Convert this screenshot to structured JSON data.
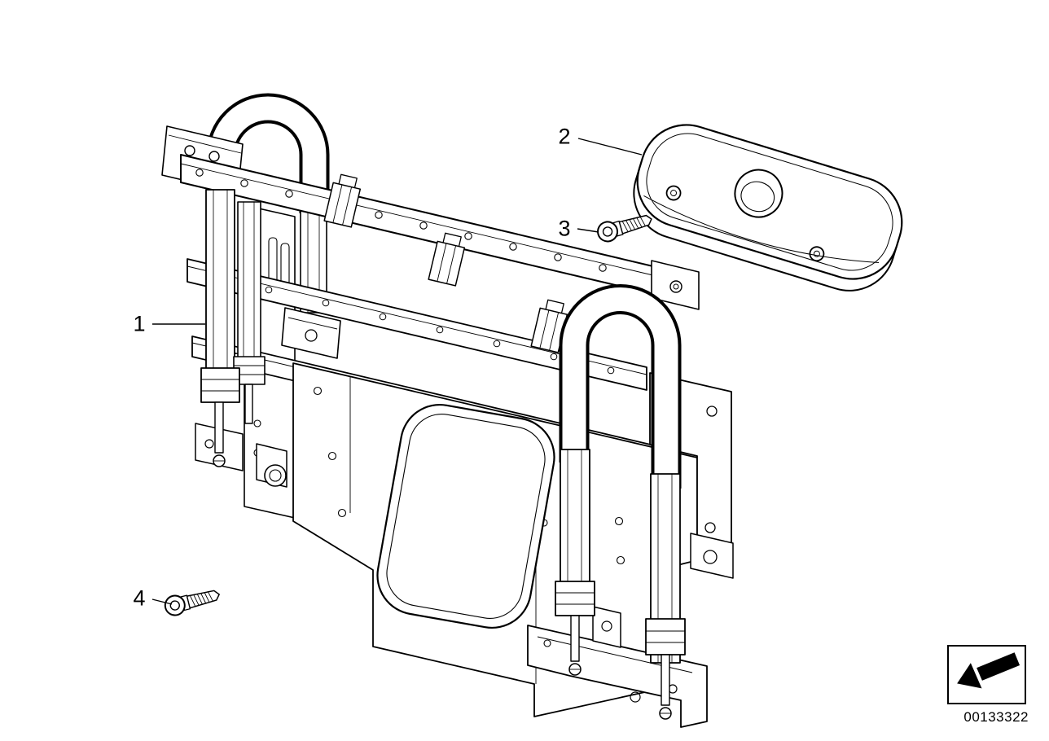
{
  "diagram": {
    "callouts": [
      {
        "label": "1"
      },
      {
        "label": "2"
      },
      {
        "label": "3"
      },
      {
        "label": "4"
      }
    ],
    "doc_number": "00133322",
    "nav_icon": "page-back-arrow-icon",
    "colors": {
      "background": "#ffffff",
      "line": "#000000"
    }
  }
}
